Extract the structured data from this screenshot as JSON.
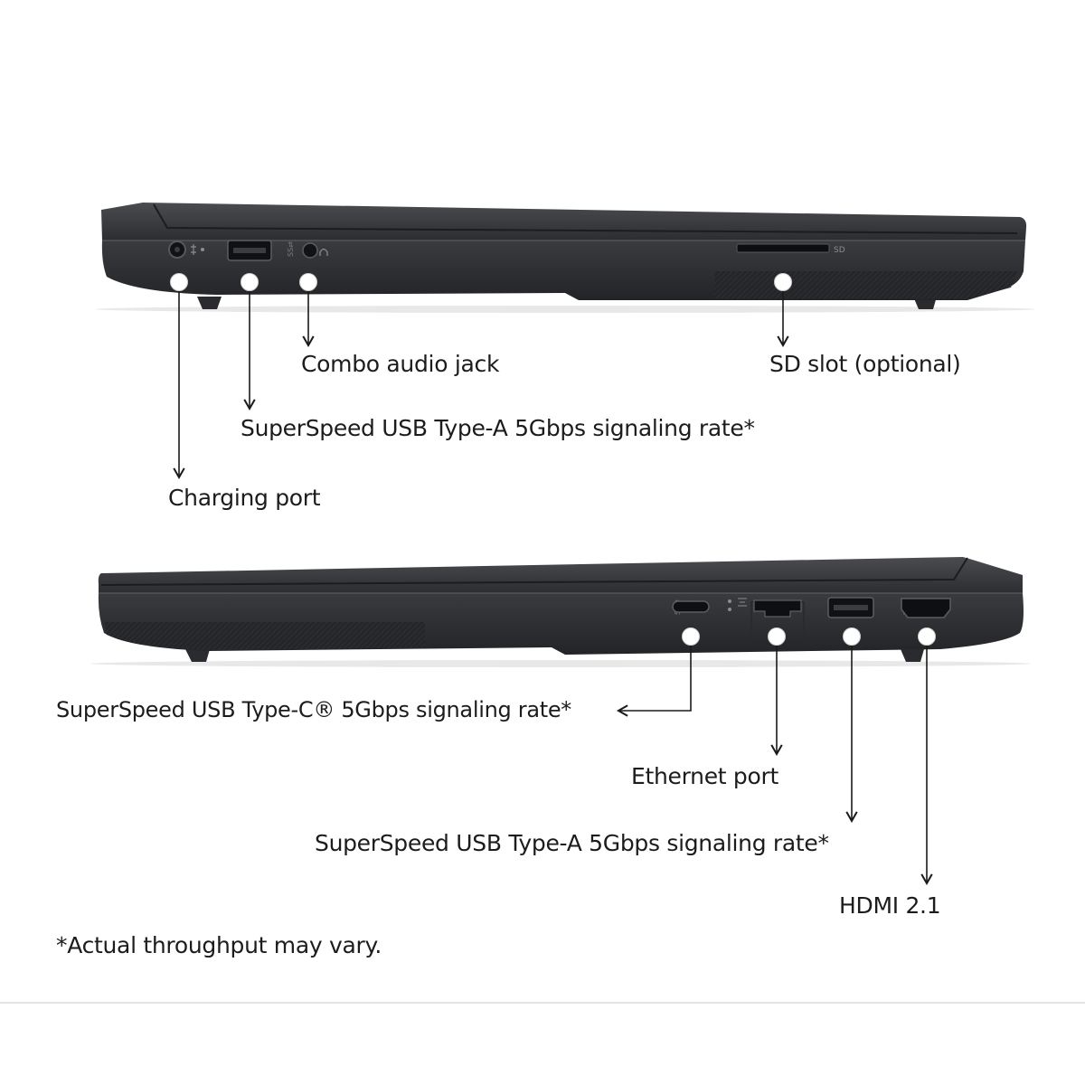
{
  "left_side": {
    "sd_marking": "SD",
    "labels": {
      "combo_audio": "Combo audio jack",
      "sd_slot": "SD slot (optional)",
      "usb_a": "SuperSpeed USB Type-A 5Gbps signaling rate*",
      "charging": "Charging port"
    }
  },
  "right_side": {
    "labels": {
      "usb_c": "SuperSpeed USB Type-C® 5Gbps signaling rate*",
      "ethernet": "Ethernet port",
      "usb_a": "SuperSpeed USB Type-A 5Gbps signaling rate*",
      "hdmi": "HDMI 2.1"
    }
  },
  "footnote": "*Actual throughput may vary.",
  "colors": {
    "chassis": "#2f3133",
    "chassis_dark": "#1e1f21",
    "callout_line": "#1a1a1a",
    "marker": "#ffffff"
  }
}
